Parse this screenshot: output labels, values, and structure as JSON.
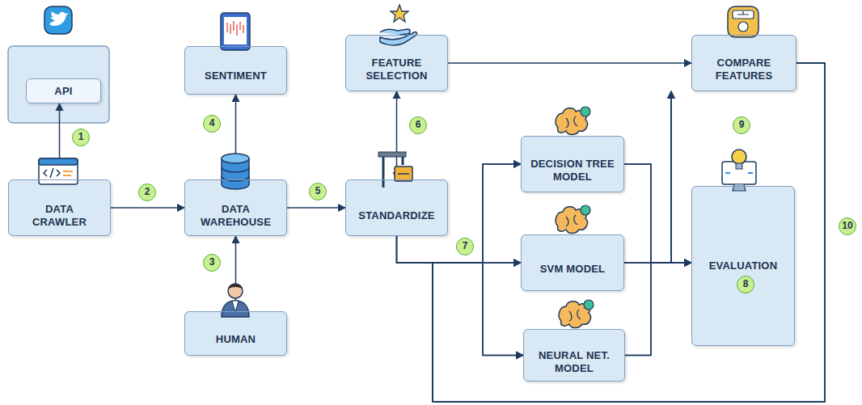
{
  "diagram": {
    "nodes": [
      {
        "text": [
          "API"
        ]
      },
      {
        "text": [
          "DATA CRAWLER"
        ]
      },
      {
        "text": [
          "SENTIMENT"
        ]
      },
      {
        "text": [
          "DATA WAREHOUSE"
        ]
      },
      {
        "text": [
          "HUMAN"
        ]
      },
      {
        "text": [
          "FEATURE SELECTION"
        ]
      },
      {
        "text": [
          "STANDARDIZE"
        ]
      },
      {
        "text": [
          "DECISION TREE MODEL"
        ]
      },
      {
        "text": [
          "SVM MODEL"
        ]
      },
      {
        "text": [
          "NEURAL NET. MODEL"
        ]
      },
      {
        "text": [
          "COMPARE FEATURES"
        ]
      },
      {
        "text": [
          "EVALUATION"
        ]
      }
    ],
    "edges": [
      {
        "from": 0,
        "to": 1,
        "arrow": "both"
      },
      {
        "from": 1,
        "to": 3,
        "arrow": "to"
      },
      {
        "from": 3,
        "to": 2,
        "arrow": "both"
      },
      {
        "from": 3,
        "to": 4,
        "arrow": "both"
      },
      {
        "from": 3,
        "to": 6,
        "arrow": "to"
      },
      {
        "from": 6,
        "to": 5,
        "arrow": "both"
      },
      {
        "from": 6,
        "to": 7,
        "arrow": "to"
      },
      {
        "from": 6,
        "to": 8,
        "arrow": "to"
      },
      {
        "from": 6,
        "to": 9,
        "arrow": "to"
      },
      {
        "from": 5,
        "to": 10,
        "arrow": "to"
      },
      {
        "from": 7,
        "to": 11,
        "arrow": "to"
      },
      {
        "from": 8,
        "to": 11,
        "arrow": "to"
      },
      {
        "from": 9,
        "to": 11,
        "arrow": "to"
      },
      {
        "from": 7,
        "to": 10,
        "arrow": "to"
      },
      {
        "from": 8,
        "to": 10,
        "arrow": "to"
      },
      {
        "from": 9,
        "to": 10,
        "arrow": "to"
      },
      {
        "from": 10,
        "to": 7,
        "arrow": "to"
      },
      {
        "from": 10,
        "to": 8,
        "arrow": "to"
      },
      {
        "from": 10,
        "to": 9,
        "arrow": "to"
      }
    ],
    "labels": [
      "1",
      "2",
      "3",
      "4",
      "5",
      "6",
      "7",
      "8",
      "9",
      "10"
    ]
  }
}
